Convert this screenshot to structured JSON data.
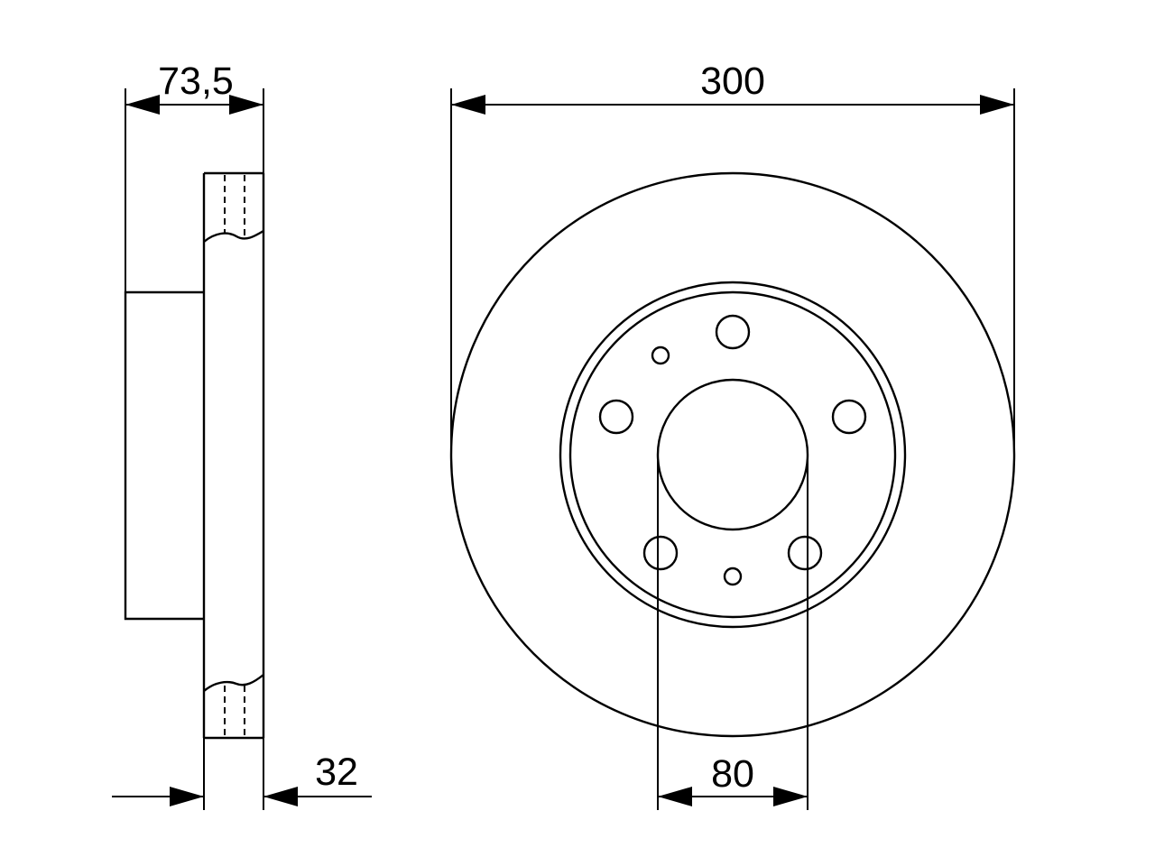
{
  "dimensions": {
    "hub_height": "73,5",
    "disc_diameter": "300",
    "disc_thickness": "32",
    "centre_bore": "80"
  }
}
